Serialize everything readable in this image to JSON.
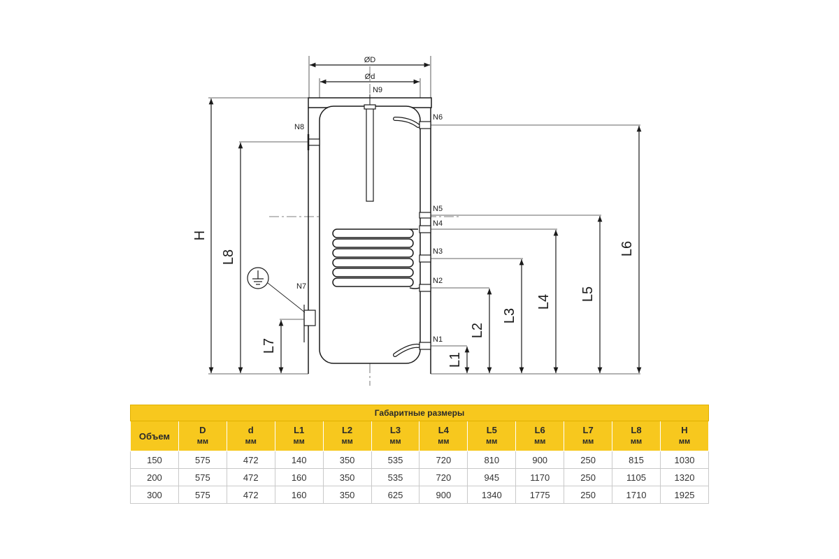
{
  "drawing": {
    "labels": {
      "D": "ØD",
      "d": "Ød",
      "N1": "N1",
      "N2": "N2",
      "N3": "N3",
      "N4": "N4",
      "N5": "N5",
      "N6": "N6",
      "N7": "N7",
      "N8": "N8",
      "N9": "N9",
      "H": "H",
      "L1": "L1",
      "L2": "L2",
      "L3": "L3",
      "L4": "L4",
      "L5": "L5",
      "L6": "L6",
      "L7": "L7",
      "L8": "L8"
    }
  },
  "table": {
    "title": "Габаритные размеры",
    "columns": [
      {
        "name": "Объем",
        "unit": ""
      },
      {
        "name": "D",
        "unit": "мм"
      },
      {
        "name": "d",
        "unit": "мм"
      },
      {
        "name": "L1",
        "unit": "мм"
      },
      {
        "name": "L2",
        "unit": "мм"
      },
      {
        "name": "L3",
        "unit": "мм"
      },
      {
        "name": "L4",
        "unit": "мм"
      },
      {
        "name": "L5",
        "unit": "мм"
      },
      {
        "name": "L6",
        "unit": "мм"
      },
      {
        "name": "L7",
        "unit": "мм"
      },
      {
        "name": "L8",
        "unit": "мм"
      },
      {
        "name": "H",
        "unit": "мм"
      }
    ],
    "rows": [
      [
        "150",
        "575",
        "472",
        "140",
        "350",
        "535",
        "720",
        "810",
        "900",
        "250",
        "815",
        "1030"
      ],
      [
        "200",
        "575",
        "472",
        "160",
        "350",
        "535",
        "720",
        "945",
        "1170",
        "250",
        "1105",
        "1320"
      ],
      [
        "300",
        "575",
        "472",
        "160",
        "350",
        "625",
        "900",
        "1340",
        "1775",
        "250",
        "1710",
        "1925"
      ]
    ]
  }
}
